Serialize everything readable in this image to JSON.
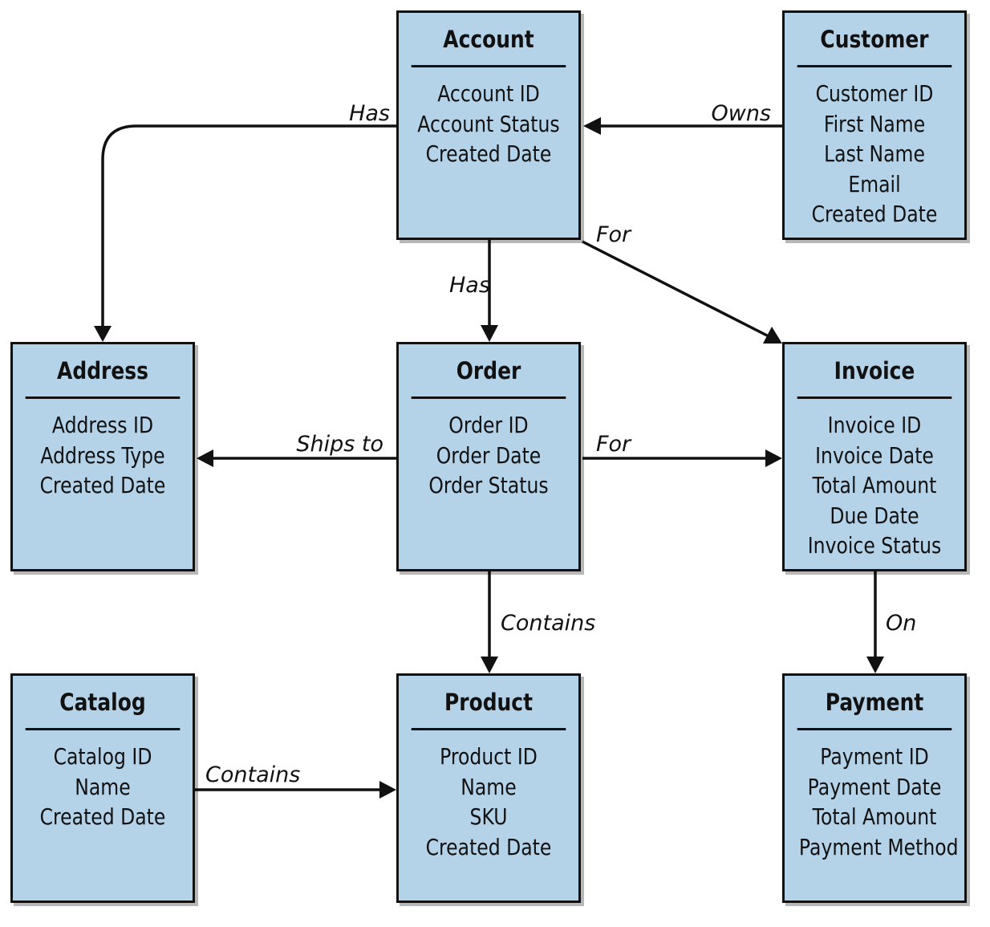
{
  "entities": {
    "account": {
      "title": "Account",
      "fields": [
        "Account ID",
        "Account Status",
        "Created Date"
      ]
    },
    "customer": {
      "title": "Customer",
      "fields": [
        "Customer ID",
        "First Name",
        "Last Name",
        "Email",
        "Created Date"
      ]
    },
    "address": {
      "title": "Address",
      "fields": [
        "Address ID",
        "Address Type",
        "Created Date"
      ]
    },
    "order": {
      "title": "Order",
      "fields": [
        "Order ID",
        "Order Date",
        "Order Status"
      ]
    },
    "invoice": {
      "title": "Invoice",
      "fields": [
        "Invoice ID",
        "Invoice Date",
        "Total Amount",
        "Due Date",
        "Invoice Status"
      ]
    },
    "catalog": {
      "title": "Catalog",
      "fields": [
        "Catalog ID",
        "Name",
        "Created Date"
      ]
    },
    "product": {
      "title": "Product",
      "fields": [
        "Product ID",
        "Name",
        "SKU",
        "Created Date"
      ]
    },
    "payment": {
      "title": "Payment",
      "fields": [
        "Payment ID",
        "Payment Date",
        "Total Amount",
        "Payment Method"
      ]
    }
  },
  "relationships": {
    "account_has_address": "Has",
    "customer_owns_account": "Owns",
    "account_has_order": "Has",
    "account_for_invoice": "For",
    "order_ships_to_address": "Ships to",
    "order_for_invoice": "For",
    "order_contains_product": "Contains",
    "invoice_on_payment": "On",
    "catalog_contains_product": "Contains"
  },
  "colors": {
    "box_fill": "#b5d3e8",
    "stroke": "#111111"
  }
}
